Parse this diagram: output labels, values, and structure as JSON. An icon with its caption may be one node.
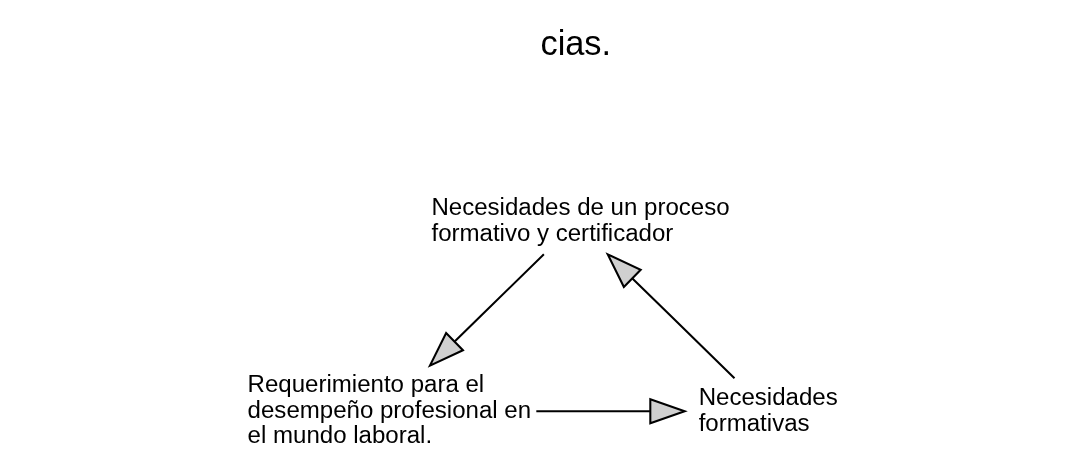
{
  "diagram": {
    "nodes": [
      {
        "text": [
          "Necesidades de un proceso formativo y certificador"
        ]
      },
      {
        "text": [
          "Requerimiento para el desempeño profesional en el mundo laboral."
        ]
      },
      {
        "text": [
          "Necesidades formativas"
        ]
      }
    ],
    "edges": [
      {
        "from": 0,
        "to": 1,
        "arrow": "to"
      },
      {
        "from": 1,
        "to": 2,
        "arrow": "to"
      },
      {
        "from": 2,
        "to": 0,
        "arrow": "to"
      }
    ],
    "labels": [
      "cias."
    ]
  }
}
